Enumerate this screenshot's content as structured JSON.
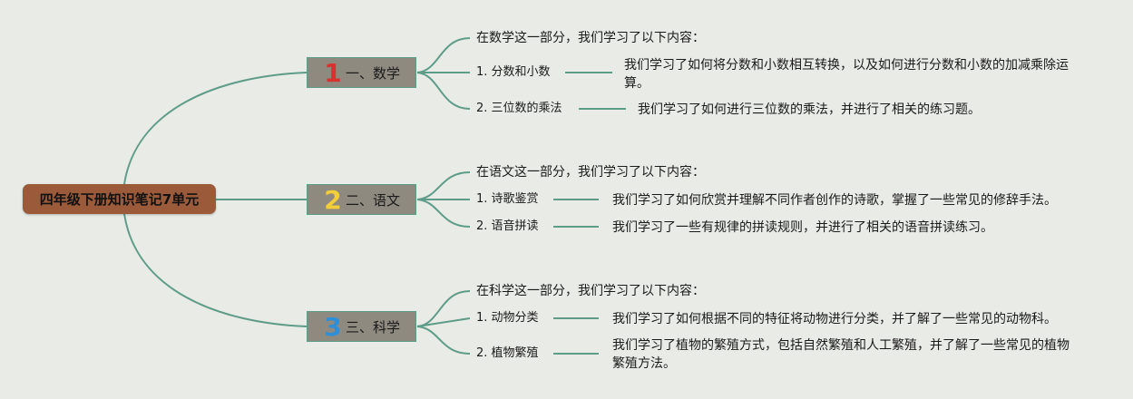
{
  "root": {
    "title": "四年级下册知识笔记7单元"
  },
  "branches": [
    {
      "number": "1",
      "number_color": "#d93030",
      "label": "一、数学",
      "intro": "在数学这一部分，我们学习了以下内容：",
      "items": [
        {
          "label": "1. 分数和小数",
          "desc": "我们学习了如何将分数和小数相互转换，以及如何进行分数和小数的加减乘除运算。"
        },
        {
          "label": "2. 三位数的乘法",
          "desc": "我们学习了如何进行三位数的乘法，并进行了相关的练习题。"
        }
      ]
    },
    {
      "number": "2",
      "number_color": "#f2cf3a",
      "label": "二、语文",
      "intro": "在语文这一部分，我们学习了以下内容：",
      "items": [
        {
          "label": "1. 诗歌鉴赏",
          "desc": "我们学习了如何欣赏并理解不同作者创作的诗歌，掌握了一些常见的修辞手法。"
        },
        {
          "label": "2. 语音拼读",
          "desc": "我们学习了一些有规律的拼读规则，并进行了相关的语音拼读练习。"
        }
      ]
    },
    {
      "number": "3",
      "number_color": "#2f8fd6",
      "label": "三、科学",
      "intro": "在科学这一部分，我们学习了以下内容：",
      "items": [
        {
          "label": "1. 动物分类",
          "desc": "我们学习了如何根据不同的特征将动物进行分类，并了解了一些常见的动物科。"
        },
        {
          "label": "2. 植物繁殖",
          "desc": "我们学习了植物的繁殖方式，包括自然繁殖和人工繁殖，并了解了一些常见的植物繁殖方法。"
        }
      ]
    }
  ]
}
